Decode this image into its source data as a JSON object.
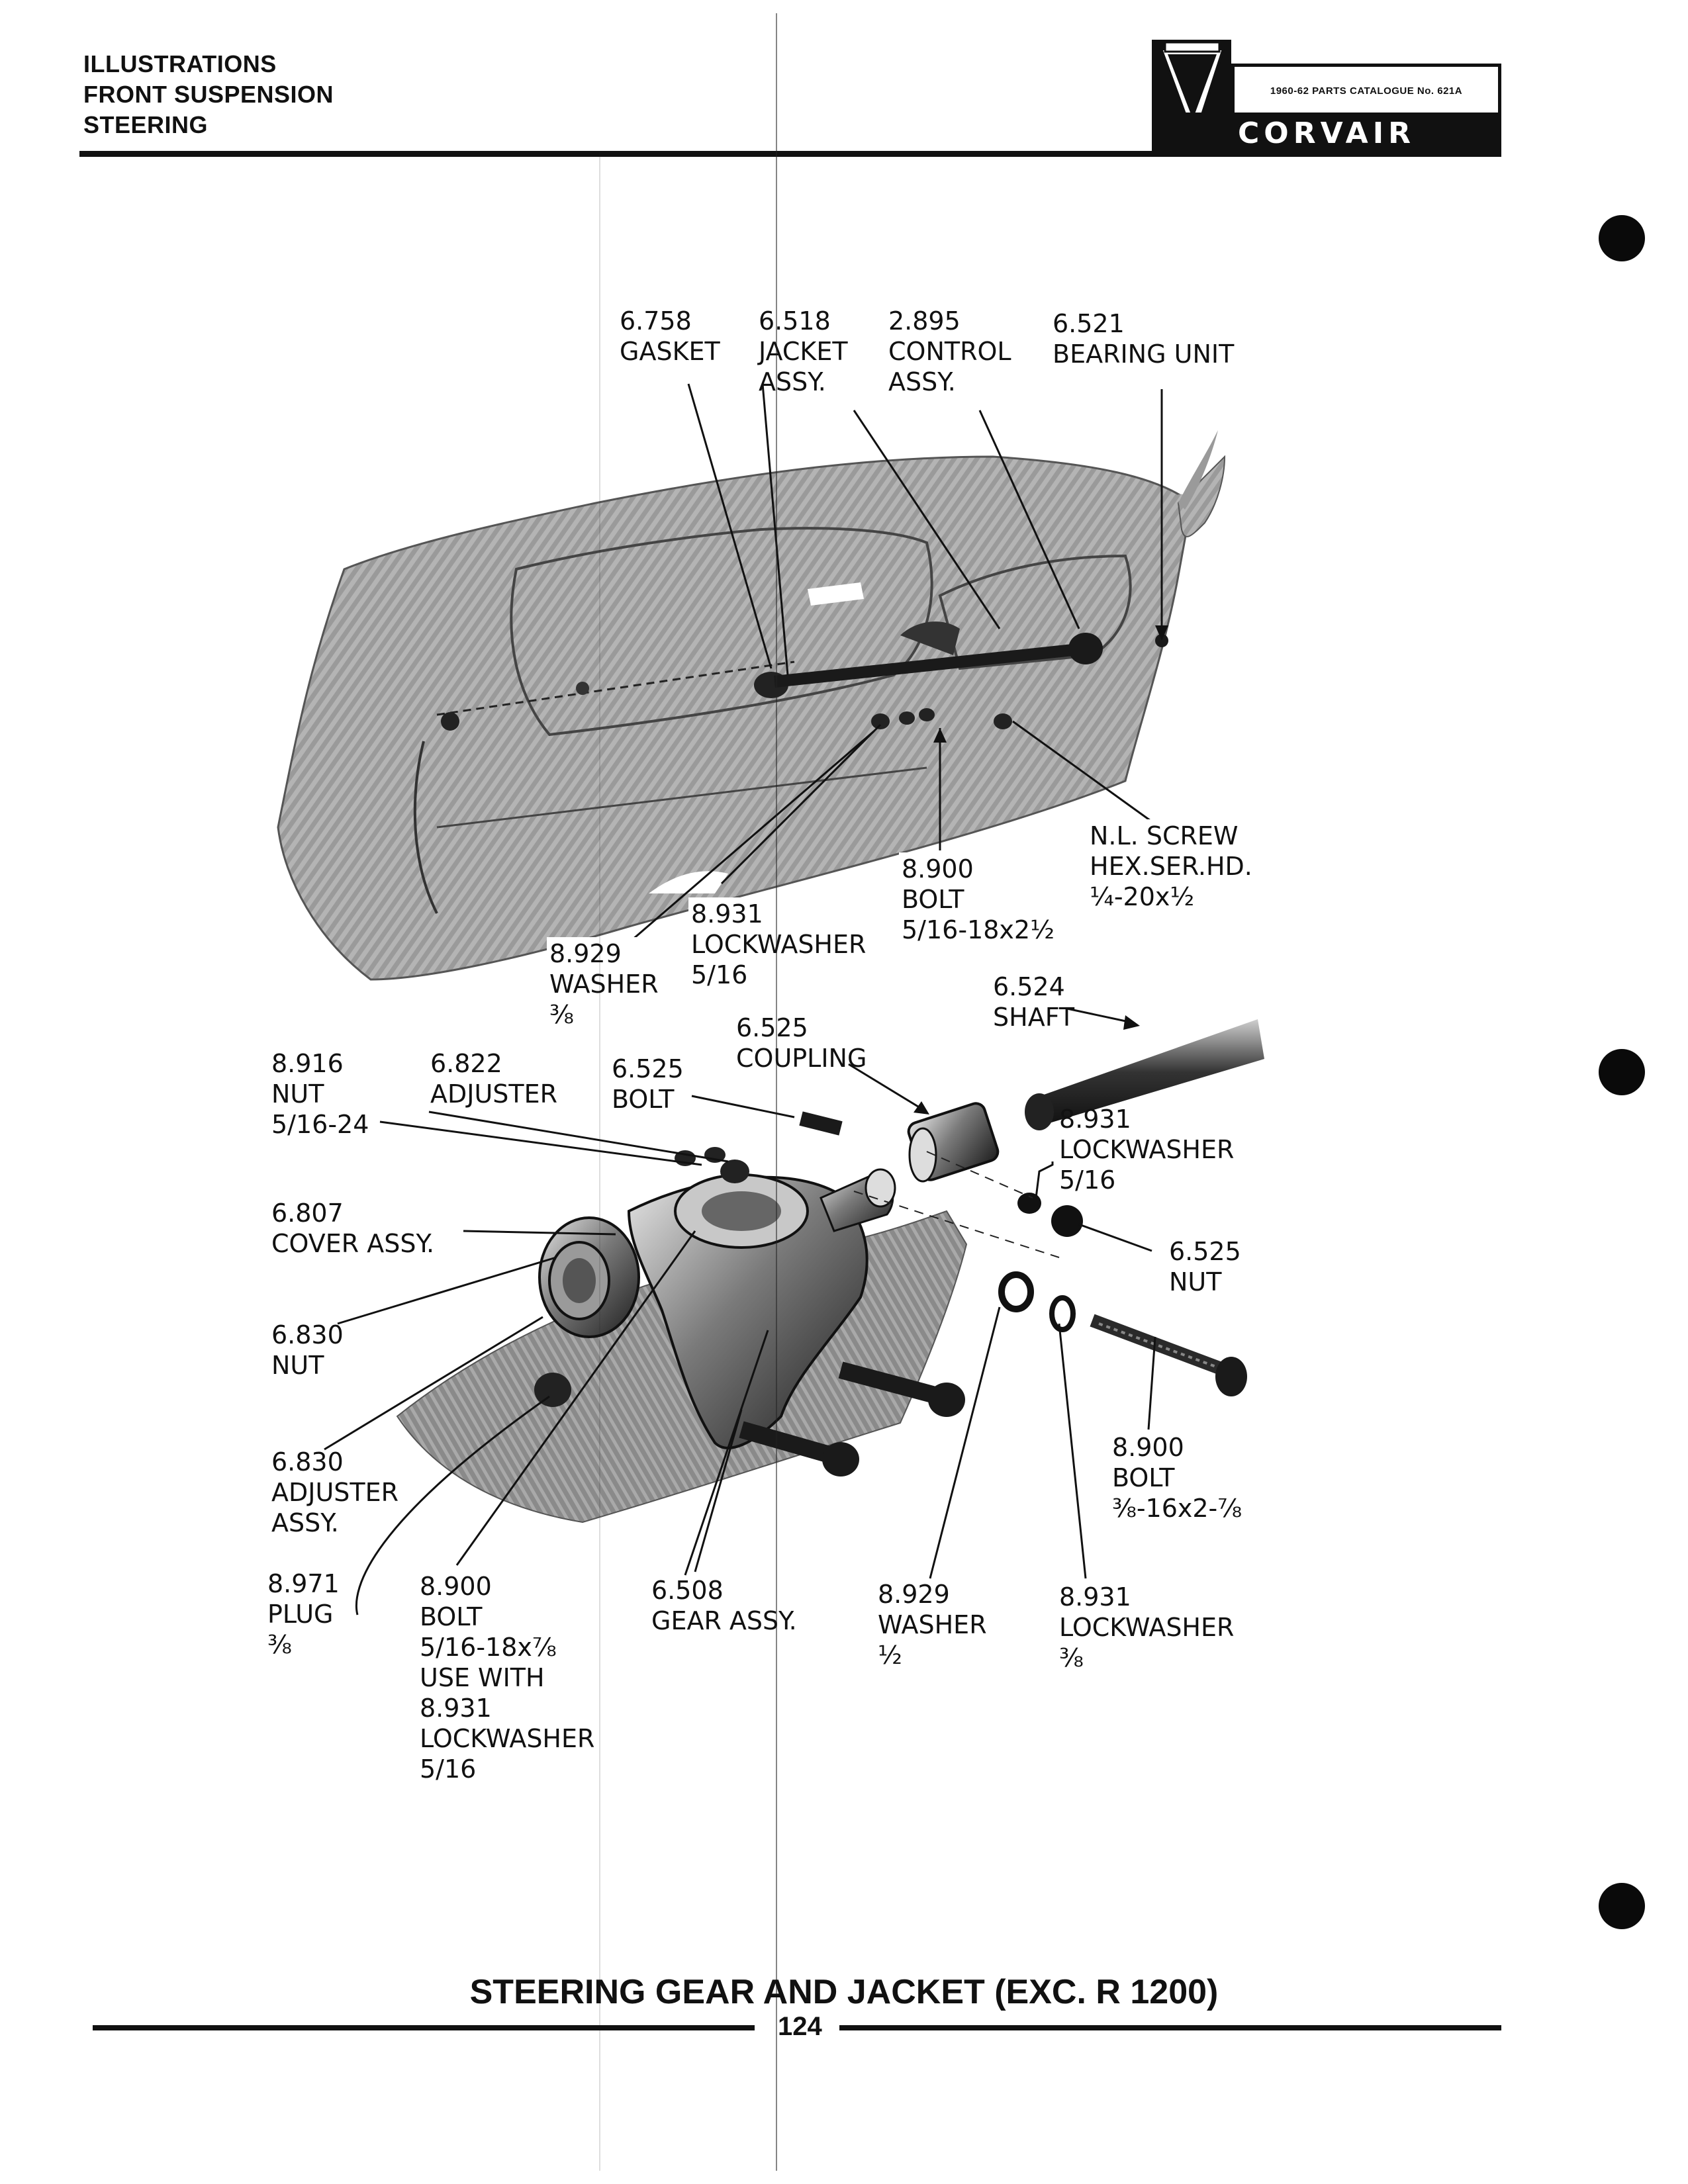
{
  "header": {
    "lines": [
      "ILLUSTRATIONS",
      "FRONT SUSPENSION",
      "STEERING"
    ]
  },
  "logo": {
    "catalogue_text": "1960-62 PARTS CATALOGUE No. 621A",
    "brand": "CORVAIR"
  },
  "callouts": {
    "c6758": [
      "6.758",
      "GASKET"
    ],
    "c6518": [
      "6.518",
      "JACKET",
      "ASSY."
    ],
    "c2895": [
      "2.895",
      "CONTROL",
      "ASSY."
    ],
    "c6521": [
      "6.521",
      "BEARING UNIT"
    ],
    "c_nl_screw": [
      "N.L. SCREW",
      "HEX.SER.HD.",
      "¼-20x½"
    ],
    "c8900_top": [
      "8.900",
      "BOLT",
      "5/16-18x2½"
    ],
    "c8931_top": [
      "8.931",
      "LOCKWASHER",
      "5/16"
    ],
    "c8929_top": [
      "8.929",
      "WASHER",
      "⅜"
    ],
    "c6524": [
      "6.524",
      "SHAFT"
    ],
    "c6525_coupling": [
      "6.525",
      "COUPLING"
    ],
    "c8916": [
      "8.916",
      "NUT",
      "5/16-24"
    ],
    "c6822": [
      "6.822",
      "ADJUSTER"
    ],
    "c6525_bolt": [
      "6.525",
      "BOLT"
    ],
    "c8931_mid": [
      "8.931",
      "LOCKWASHER",
      "5/16"
    ],
    "c6807": [
      "6.807",
      "COVER ASSY."
    ],
    "c6525_nut": [
      "6.525",
      "NUT"
    ],
    "c6830_nut": [
      "6.830",
      "NUT"
    ],
    "c8900_right": [
      "8.900",
      "BOLT",
      "⅜-16x2-⅞"
    ],
    "c6830_adj": [
      "6.830",
      "ADJUSTER",
      "ASSY."
    ],
    "c8971": [
      "8.971",
      "PLUG",
      "⅜"
    ],
    "c8900_bottom": [
      "8.900",
      "BOLT",
      "5/16-18x⅞",
      "USE WITH",
      "8.931",
      "LOCKWASHER",
      "5/16"
    ],
    "c6508": [
      "6.508",
      "GEAR ASSY."
    ],
    "c8929_bottom": [
      "8.929",
      "WASHER",
      "½"
    ],
    "c8931_bottom": [
      "8.931",
      "LOCKWASHER",
      "⅜"
    ]
  },
  "caption": "STEERING GEAR AND JACKET (EXC. R 1200)",
  "page_number": "124"
}
